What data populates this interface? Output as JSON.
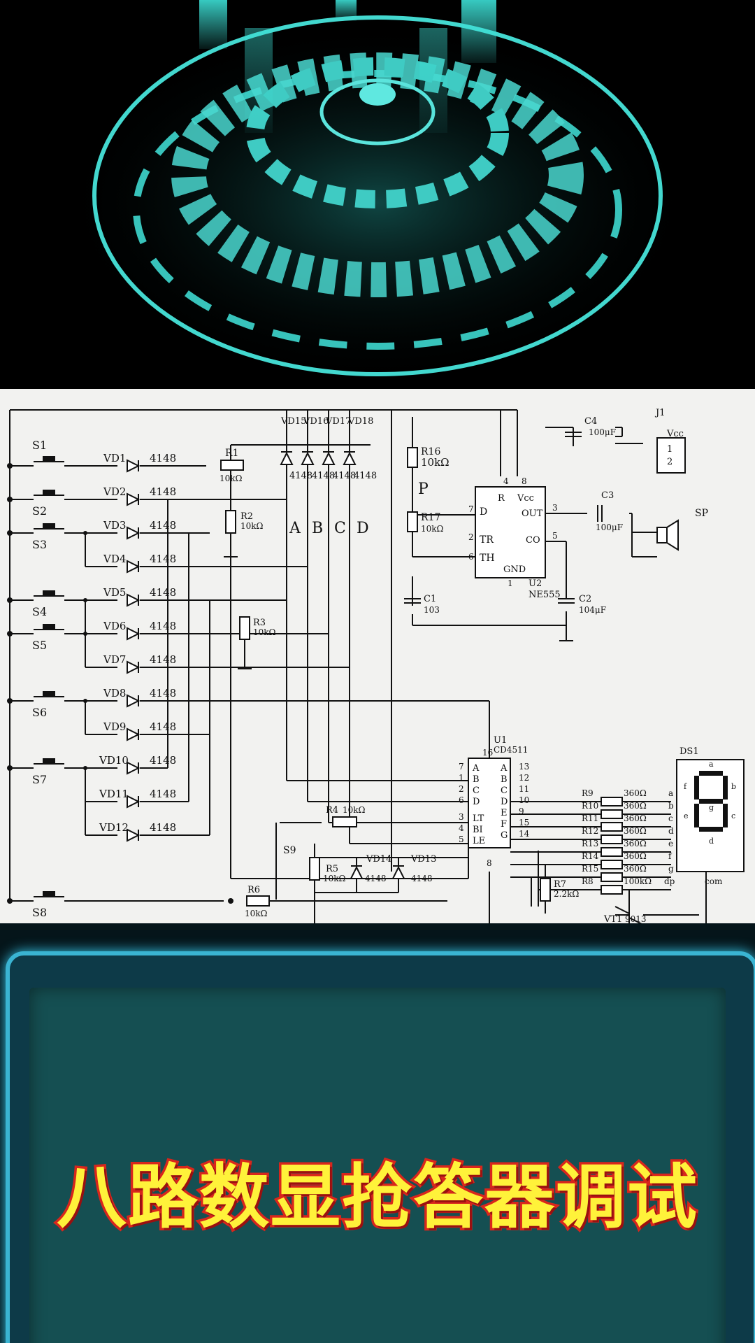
{
  "title": "八路数显抢答器调试",
  "schematic": {
    "switches": [
      "S1",
      "S2",
      "S3",
      "S4",
      "S5",
      "S6",
      "S7",
      "S8"
    ],
    "switch_s9": "S9",
    "diodes": [
      {
        "ref": "VD1",
        "part": "4148"
      },
      {
        "ref": "VD2",
        "part": "4148"
      },
      {
        "ref": "VD3",
        "part": "4148"
      },
      {
        "ref": "VD4",
        "part": "4148"
      },
      {
        "ref": "VD5",
        "part": "4148"
      },
      {
        "ref": "VD6",
        "part": "4148"
      },
      {
        "ref": "VD7",
        "part": "4148"
      },
      {
        "ref": "VD8",
        "part": "4148"
      },
      {
        "ref": "VD9",
        "part": "4148"
      },
      {
        "ref": "VD10",
        "part": "4148"
      },
      {
        "ref": "VD11",
        "part": "4148"
      },
      {
        "ref": "VD12",
        "part": "4148"
      }
    ],
    "top_diodes": [
      "VD15",
      "VD16",
      "VD17",
      "VD18"
    ],
    "top_diode_part": "4148",
    "bus_labels": [
      "A",
      "B",
      "C",
      "D"
    ],
    "r1": {
      "ref": "R1",
      "value": "10kΩ"
    },
    "r2": {
      "ref": "R2",
      "value": "10kΩ"
    },
    "r3": {
      "ref": "R3",
      "value": "10kΩ"
    },
    "r4": {
      "ref": "R4",
      "value": "10kΩ"
    },
    "r5": {
      "ref": "R5",
      "value": "10kΩ"
    },
    "r6": {
      "ref": "R6",
      "value": "10kΩ"
    },
    "r7": {
      "ref": "R7",
      "value": "2.2kΩ"
    },
    "r16": {
      "ref": "R16",
      "value": "10kΩ"
    },
    "r17": {
      "ref": "R17",
      "value": "10kΩ"
    },
    "node_p": "P",
    "vd14": {
      "ref": "VD14",
      "part": "4148"
    },
    "vd13": {
      "ref": "VD13",
      "part": "4148"
    },
    "c1": {
      "ref": "C1",
      "value": "103"
    },
    "c2": {
      "ref": "C2",
      "value": "104μF"
    },
    "c3": {
      "ref": "C3",
      "value": "100μF"
    },
    "c4": {
      "ref": "C4",
      "value": "100μF"
    },
    "j1": {
      "ref": "J1",
      "label": "Vcc",
      "pins": [
        "1",
        "2"
      ]
    },
    "u2": {
      "ref": "U2",
      "name": "NE555",
      "pins_left": [
        "D",
        "TR",
        "TH"
      ],
      "pins_top": [
        "R",
        "Vcc"
      ],
      "out": "OUT",
      "co": "CO",
      "gnd": "GND",
      "num": {
        "p7": "7",
        "p2": "2",
        "p6": "6",
        "p4": "4",
        "p8": "8",
        "p3": "3",
        "p5": "5",
        "p1": "1"
      }
    },
    "speaker": "SP",
    "u1": {
      "ref": "U1",
      "name": "CD4511",
      "in_labels": [
        "A",
        "B",
        "C",
        "D"
      ],
      "ctrl_labels": [
        "LT",
        "BI",
        "LE"
      ],
      "out_labels": [
        "A",
        "B",
        "C",
        "D",
        "E",
        "F",
        "G"
      ],
      "in_pins": [
        "7",
        "1",
        "2",
        "6"
      ],
      "ctrl_pins": [
        "3",
        "4",
        "5"
      ],
      "out_pins": [
        "13",
        "12",
        "11",
        "10",
        "9",
        "15",
        "14"
      ],
      "vdd_pin": "16",
      "gnd_pin": "8"
    },
    "seg_resistors": [
      {
        "ref": "R9",
        "value": "360Ω",
        "seg": "a"
      },
      {
        "ref": "R10",
        "value": "360Ω",
        "seg": "b"
      },
      {
        "ref": "R11",
        "value": "360Ω",
        "seg": "c"
      },
      {
        "ref": "R12",
        "value": "360Ω",
        "seg": "d"
      },
      {
        "ref": "R13",
        "value": "360Ω",
        "seg": "e"
      },
      {
        "ref": "R14",
        "value": "360Ω",
        "seg": "f"
      },
      {
        "ref": "R15",
        "value": "360Ω",
        "seg": "g"
      },
      {
        "ref": "R8",
        "value": "100kΩ",
        "seg": "dp"
      }
    ],
    "display": {
      "ref": "DS1",
      "com": "com",
      "segments": [
        "a",
        "b",
        "c",
        "d",
        "e",
        "f",
        "g"
      ]
    },
    "vt1": {
      "ref": "VT1",
      "part": "9013"
    }
  }
}
